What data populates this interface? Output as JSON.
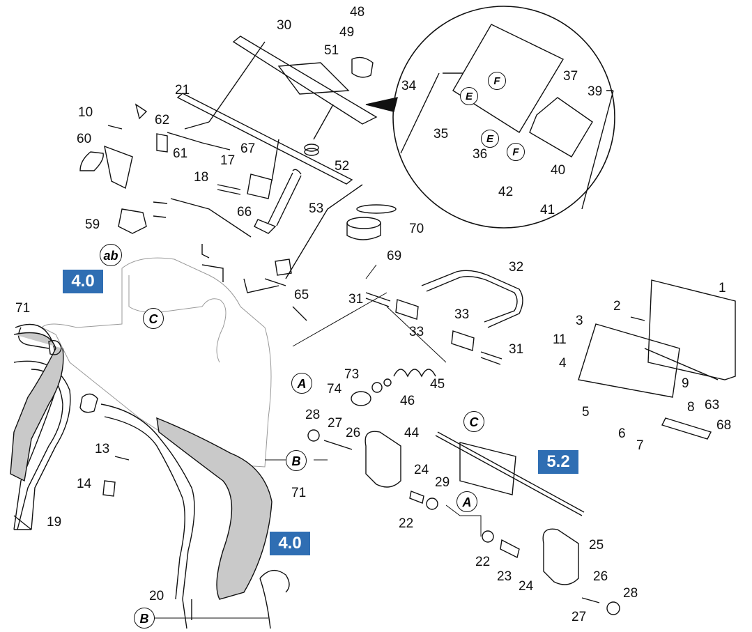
{
  "labels": {
    "p1": "1",
    "p2": "2",
    "p3": "3",
    "p4": "4",
    "p5": "5",
    "p6": "6",
    "p7": "7",
    "p8": "8",
    "p9": "9",
    "p10": "10",
    "p11": "11",
    "p13": "13",
    "p14": "14",
    "p17": "17",
    "p18": "18",
    "p19": "19",
    "p20": "20",
    "p21": "21",
    "p22a": "22",
    "p22b": "22",
    "p23": "23",
    "p24a": "24",
    "p24b": "24",
    "p25": "25",
    "p26a": "26",
    "p26b": "26",
    "p27a": "27",
    "p27b": "27",
    "p28a": "28",
    "p28b": "28",
    "p29": "29",
    "p30": "30",
    "p31a": "31",
    "p31b": "31",
    "p32": "32",
    "p33a": "33",
    "p33b": "33",
    "p34": "34",
    "p35": "35",
    "p36": "36",
    "p37": "37",
    "p39": "39",
    "p40": "40",
    "p41": "41",
    "p42": "42",
    "p44": "44",
    "p45": "45",
    "p46": "46",
    "p48": "48",
    "p49": "49",
    "p51": "51",
    "p52": "52",
    "p53": "53",
    "p59": "59",
    "p60": "60",
    "p61": "61",
    "p62": "62",
    "p63": "63",
    "p65": "65",
    "p66": "66",
    "p67": "67",
    "p68": "68",
    "p69": "69",
    "p70": "70",
    "p71a": "71",
    "p71b": "71",
    "p73": "73",
    "p74": "74"
  },
  "callouts": {
    "a1": "A",
    "a2": "A",
    "b1": "B",
    "b2": "B",
    "c1": "C",
    "c2": "C",
    "e1": "E",
    "e2": "E",
    "f1": "F",
    "f2": "F",
    "ab": "ab"
  },
  "badges": {
    "b40a": "4.0",
    "b40b": "4.0",
    "b52": "5.2"
  },
  "colors": {
    "badge": "#2f6eb3",
    "line": "#111111",
    "shade": "#c9c9c9"
  }
}
